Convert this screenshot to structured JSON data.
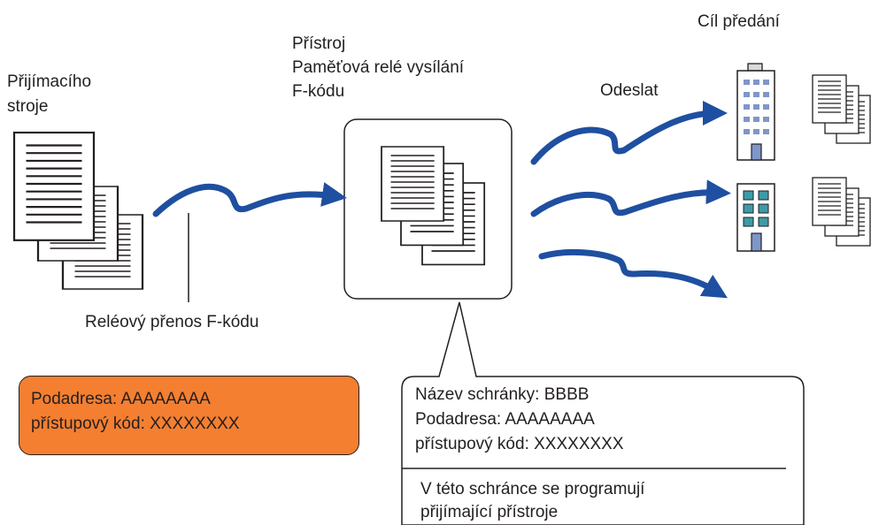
{
  "labels": {
    "source_line1": "Přijímacího",
    "source_line2": "stroje",
    "relay_device_line1": "Přístroj",
    "relay_device_line2": "Paměťová relé vysílání",
    "relay_device_line3": "F-kódu",
    "destination": "Cíl předání",
    "send": "Odeslat",
    "relay_transfer": "Reléový přenos F-kódu"
  },
  "sender_settings": {
    "subaddress": "Podadresa: AAAAAAAA",
    "access_code": "přístupový kód: XXXXXXXX"
  },
  "mailbox_callout": {
    "box_name": "Název schránky: BBBB",
    "subaddress": "Podadresa: AAAAAAAA",
    "access_code": "přístupový kód: XXXXXXXX",
    "note_line1": "V této schránce se programují",
    "note_line2": "přijímající přístroje"
  },
  "colors": {
    "arrow": "#1f4fa0",
    "orange_box": "#f47f31",
    "building_window": "#7f96c8",
    "building_window_alt": "#3e9aa8"
  }
}
